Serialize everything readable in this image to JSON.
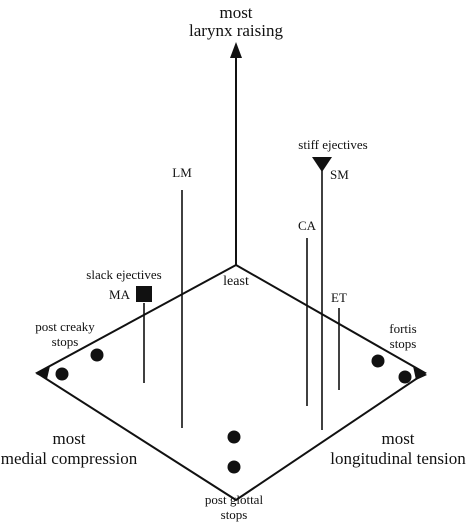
{
  "axes": {
    "larynx": {
      "line1": "most",
      "line2": "larynx raising"
    },
    "least": "least",
    "medial": {
      "line1": "most",
      "line2": "medial compression"
    },
    "longitudinal": {
      "line1": "most",
      "line2": "longitudinal tension"
    }
  },
  "categories": {
    "slack_ejectives": "slack ejectives",
    "stiff_ejectives": "stiff ejectives",
    "post_creaky": {
      "line1": "post creaky",
      "line2": "stops"
    },
    "fortis": {
      "line1": "fortis",
      "line2": "stops"
    },
    "post_glottal": {
      "line1": "post glottal",
      "line2": "stops"
    }
  },
  "markers": {
    "LM": "LM",
    "SM": "SM",
    "CA": "CA",
    "ET": "ET",
    "MA": "MA"
  }
}
